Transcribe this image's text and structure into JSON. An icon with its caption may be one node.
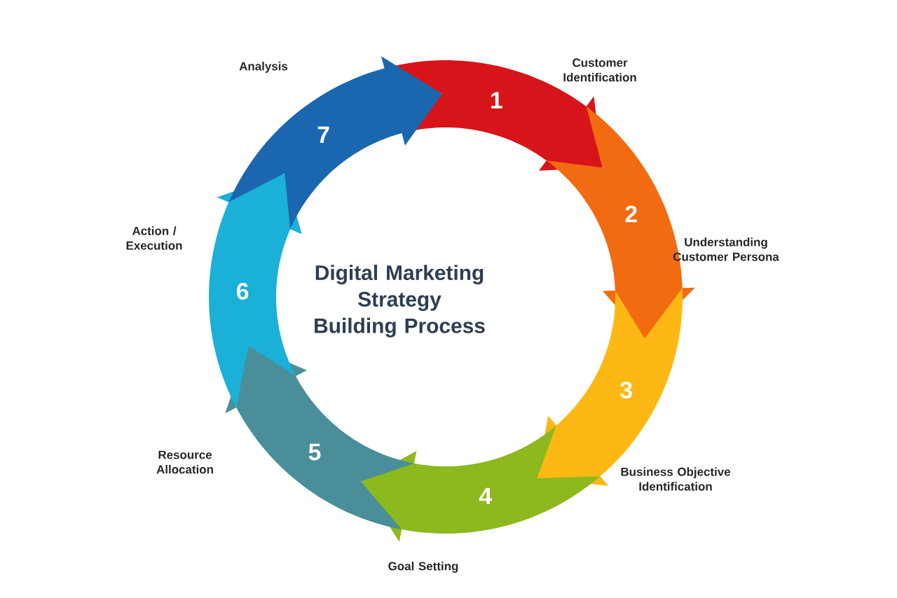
{
  "diagram": {
    "title": "Digital Marketing Strategy Building Process",
    "nodes": [
      {
        "text": [
          "1"
        ],
        "beside": [
          "Customer Identification"
        ]
      },
      {
        "text": [
          "2"
        ],
        "beside": [
          "Understanding Customer Persona"
        ]
      },
      {
        "text": [
          "3"
        ],
        "beside": [
          "Business Objective Identification"
        ]
      },
      {
        "text": [
          "4"
        ],
        "beside": [
          "Goal Setting"
        ]
      },
      {
        "text": [
          "5"
        ],
        "beside": [
          "Resource Allocation"
        ]
      },
      {
        "text": [
          "6"
        ],
        "beside": [
          "Action / Execution"
        ]
      },
      {
        "text": [
          "7"
        ],
        "beside": [
          "Analysis"
        ]
      }
    ]
  }
}
